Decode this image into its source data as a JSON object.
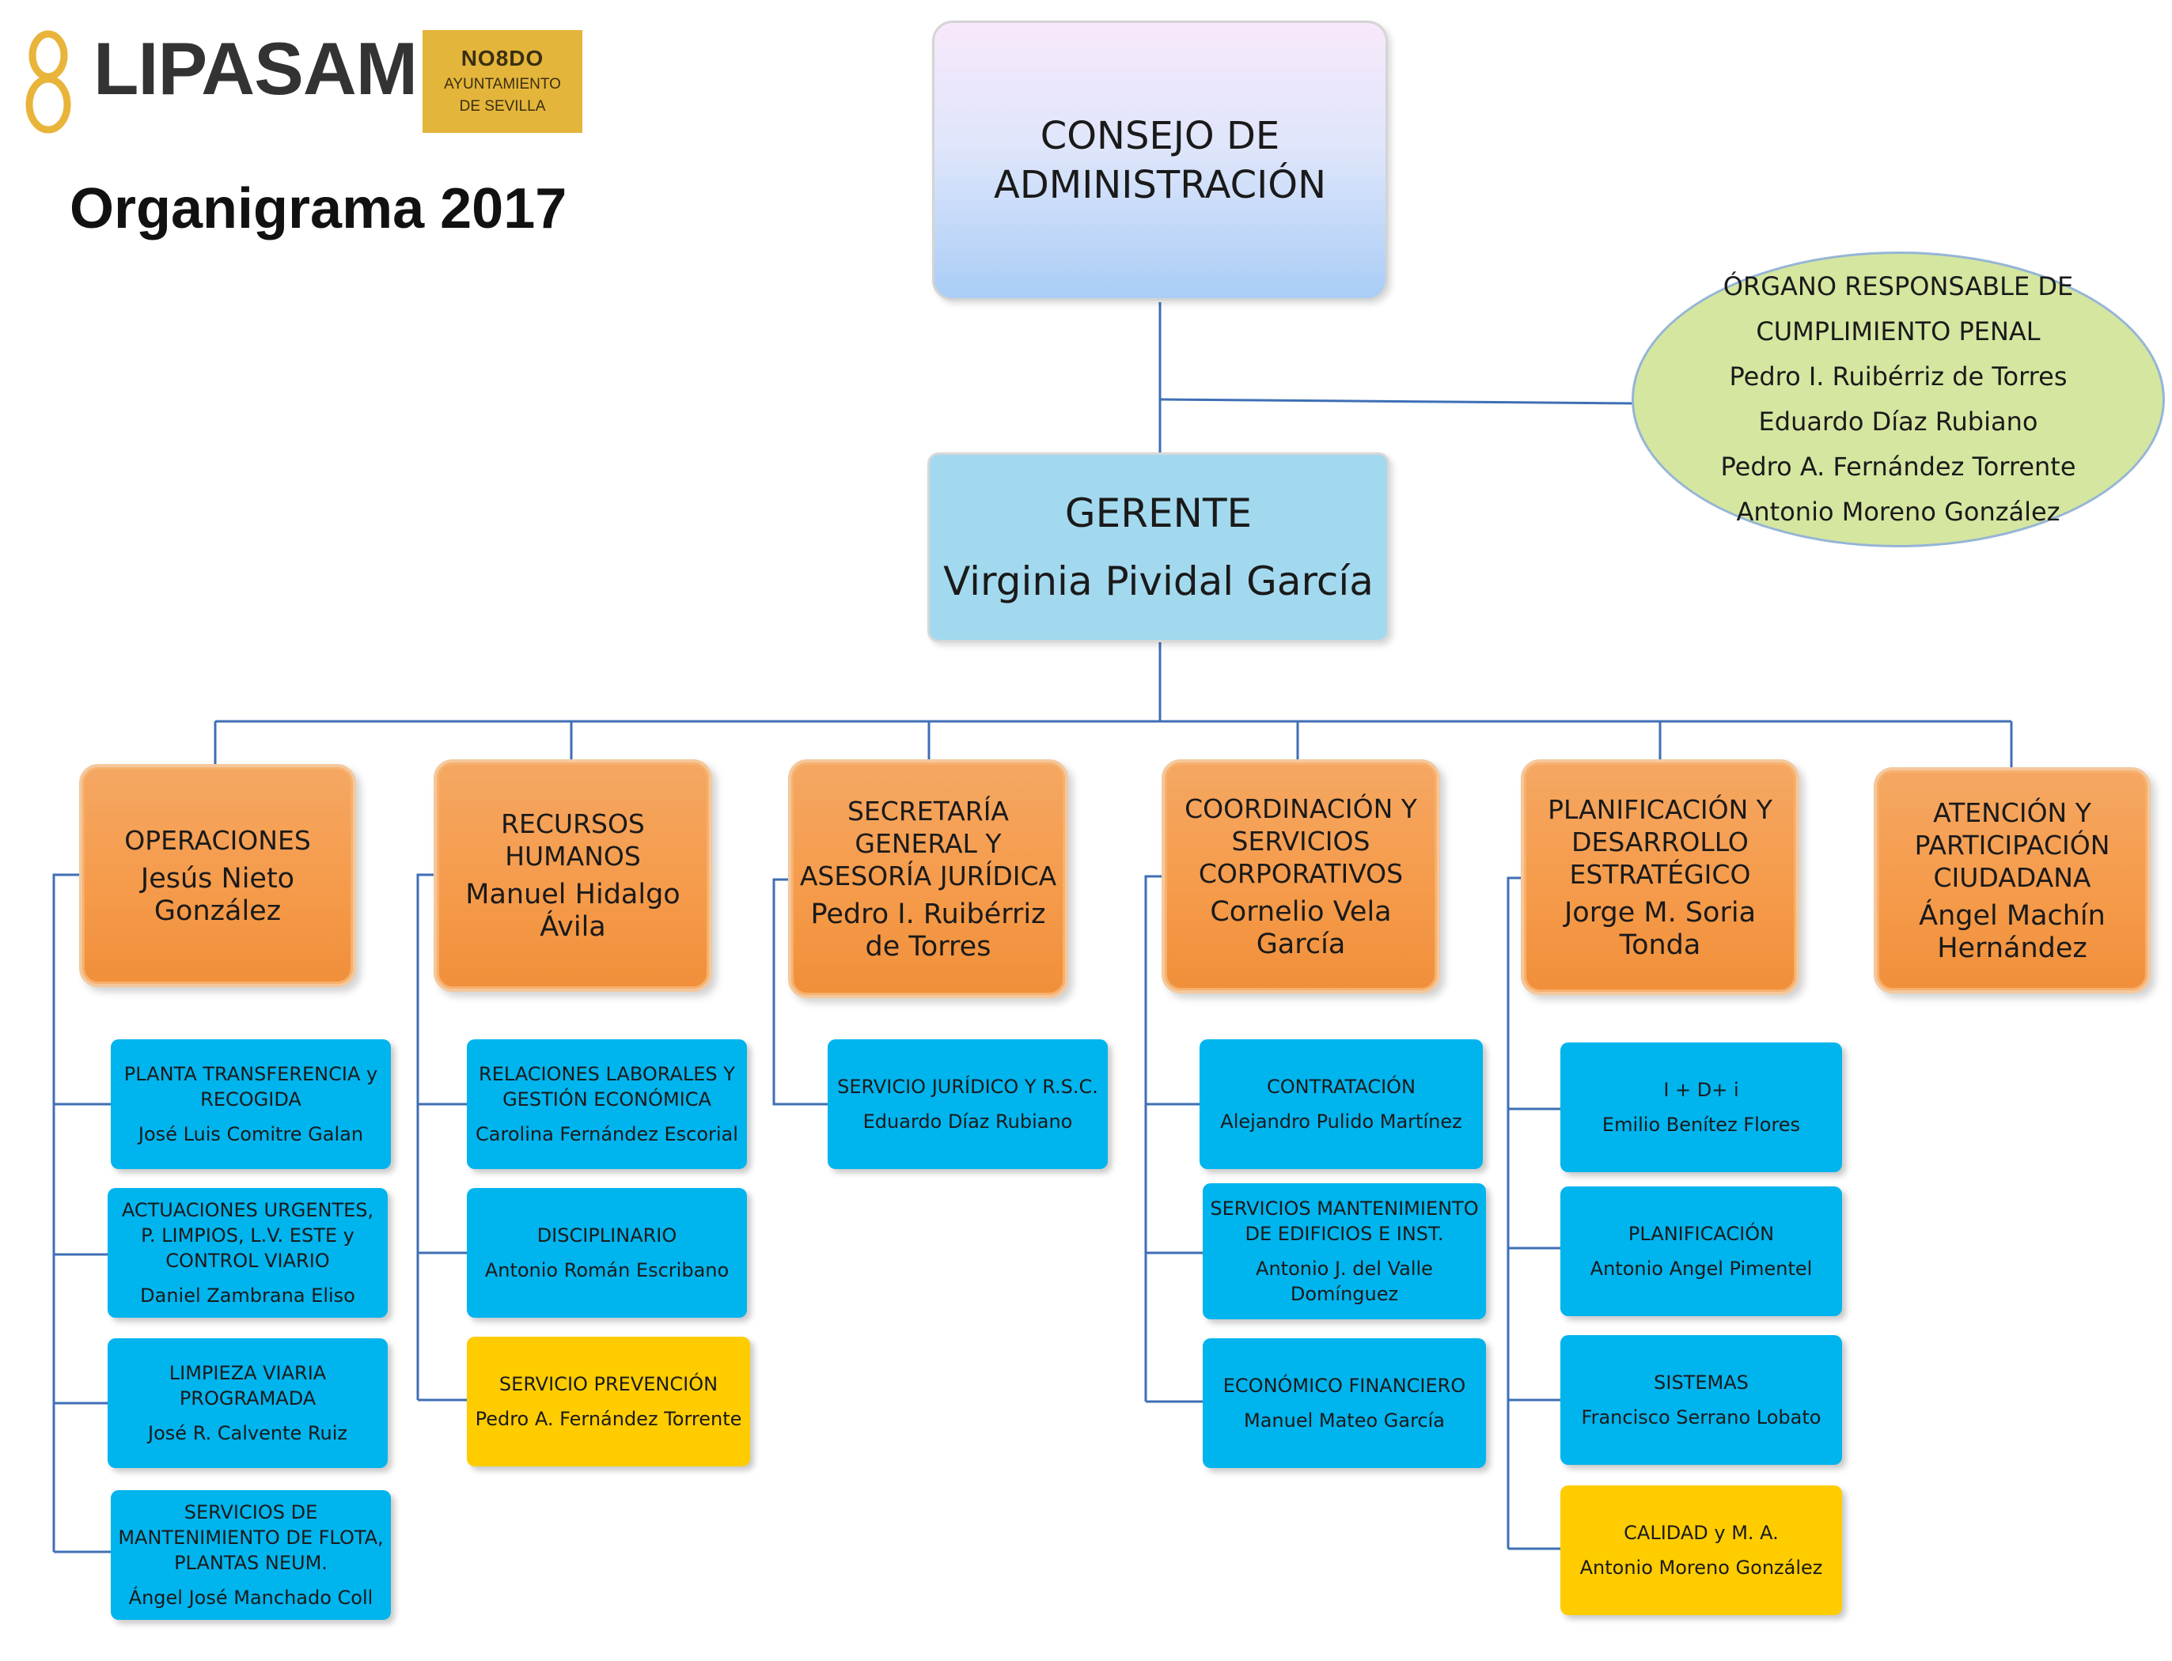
{
  "brand": {
    "name": "LIPASAM",
    "nodo_main": "NO8DO",
    "nodo_line1": "AYUNTAMIENTO",
    "nodo_line2": "DE SEVILLA"
  },
  "page_title": "Organigrama 2017",
  "consejo": {
    "line1": "CONSEJO DE",
    "line2": "ADMINISTRACIÓN"
  },
  "gerente": {
    "title": "GERENTE",
    "name": "Virginia Pividal García"
  },
  "compliance": {
    "line1": "ÓRGANO RESPONSABLE DE",
    "line2": "CUMPLIMIENTO PENAL",
    "members": [
      "Pedro I. Ruibérriz de Torres",
      "Eduardo Díaz Rubiano",
      "Pedro A. Fernández Torrente",
      "Antonio Moreno González"
    ]
  },
  "departments": [
    {
      "title": "OPERACIONES",
      "person": "Jesús Nieto González"
    },
    {
      "title": "RECURSOS HUMANOS",
      "person": "Manuel Hidalgo Ávila"
    },
    {
      "title": "SECRETARÍA GENERAL Y ASESORÍA JURÍDICA",
      "person": "Pedro I. Ruibérriz de Torres"
    },
    {
      "title": "COORDINACIÓN Y SERVICIOS CORPORATIVOS",
      "person": "Cornelio Vela García"
    },
    {
      "title": "PLANIFICACIÓN Y DESARROLLO ESTRATÉGICO",
      "person": "Jorge M. Soria Tonda"
    },
    {
      "title": "ATENCIÓN Y PARTICIPACIÓN CIUDADANA",
      "person": "Ángel Machín Hernández"
    }
  ],
  "units": {
    "operaciones": [
      {
        "title": "PLANTA TRANSFERENCIA y RECOGIDA",
        "person": "José Luis Comitre Galan"
      },
      {
        "title": "ACTUACIONES URGENTES, P. LIMPIOS, L.V. ESTE y CONTROL VIARIO",
        "person": "Daniel Zambrana Eliso"
      },
      {
        "title": "LIMPIEZA VIARIA PROGRAMADA",
        "person": "José R. Calvente Ruiz"
      },
      {
        "title": "SERVICIOS DE MANTENIMIENTO DE FLOTA, PLANTAS NEUM.",
        "person": "Ángel José Manchado Coll"
      }
    ],
    "rrhh": [
      {
        "title": "RELACIONES LABORALES Y GESTIÓN ECONÓMICA",
        "person": "Carolina Fernández Escorial"
      },
      {
        "title": "DISCIPLINARIO",
        "person": "Antonio Román Escribano"
      },
      {
        "title": "SERVICIO PREVENCIÓN",
        "person": "Pedro A. Fernández Torrente"
      }
    ],
    "secretaria": [
      {
        "title": "SERVICIO JURÍDICO Y R.S.C.",
        "person": "Eduardo Díaz Rubiano"
      }
    ],
    "coordinacion": [
      {
        "title": "CONTRATACIÓN",
        "person": "Alejandro Pulido Martínez"
      },
      {
        "title": "SERVICIOS MANTENIMIENTO DE EDIFICIOS E INST.",
        "person": "Antonio J. del Valle Domínguez"
      },
      {
        "title": "ECONÓMICO FINANCIERO",
        "person": "Manuel Mateo García"
      }
    ],
    "planificacion": [
      {
        "title": "I + D+ i",
        "person": "Emilio Benítez Flores"
      },
      {
        "title": "PLANIFICACIÓN",
        "person": "Antonio Angel Pimentel"
      },
      {
        "title": "SISTEMAS",
        "person": "Francisco Serrano Lobato"
      },
      {
        "title": "CALIDAD y M. A.",
        "person": "Antonio Moreno González"
      }
    ]
  },
  "colors": {
    "connector": "#3f6fb5",
    "department": "#f59a49",
    "unit": "#00b4ee",
    "unit_highlight": "#ffcc00",
    "compliance": "#d5e6a0",
    "gerente": "#a3d9ee"
  }
}
